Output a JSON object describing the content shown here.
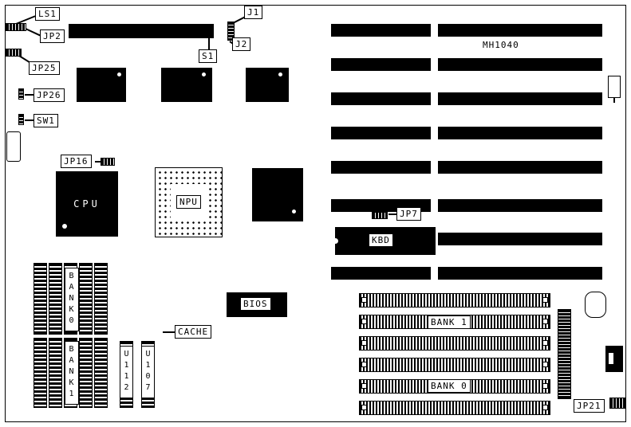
{
  "board": {
    "model": "MH1040"
  },
  "connectors": {
    "ls1": "LS1",
    "jp2": "JP2",
    "jp25": "JP25",
    "jp26": "JP26",
    "sw1": "SW1",
    "j1": "J1",
    "j2": "J2",
    "s1": "S1",
    "jp16": "JP16",
    "jp7": "JP7",
    "jp21": "JP21"
  },
  "chips": {
    "cpu": "CPU",
    "npu": "NPU",
    "kbd": "KBD",
    "bios": "BIOS",
    "cache": "CACHE",
    "u112": "U112",
    "u107": "U107"
  },
  "memory": {
    "dip_bank0": "BANK0",
    "dip_bank1": "BANK1",
    "simm_bank1": "BANK 1",
    "simm_bank0": "BANK 0"
  }
}
